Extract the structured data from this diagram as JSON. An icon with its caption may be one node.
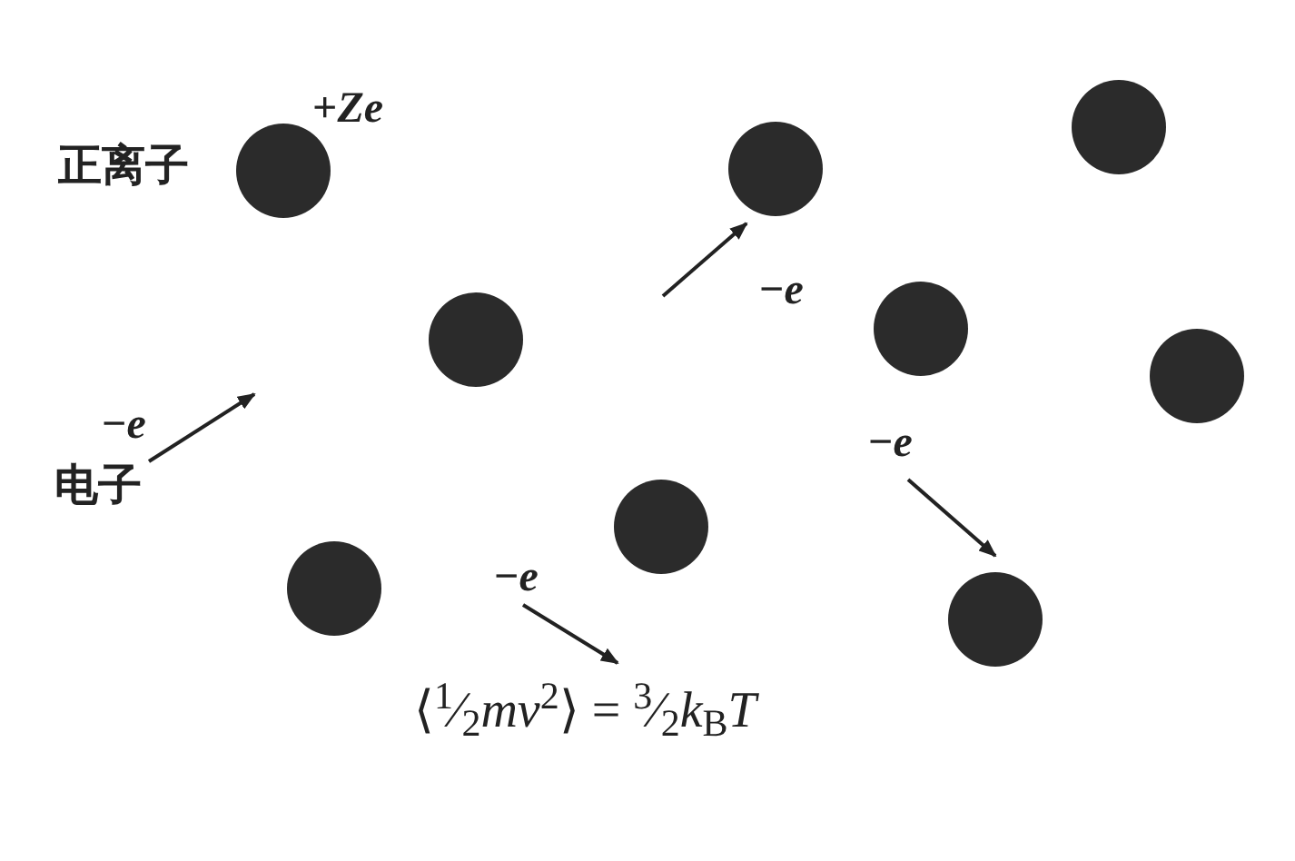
{
  "diagram": {
    "nodes": [
      {
        "text": [],
        "shape": "circle",
        "beside": [
          "正离子",
          "+*Ze*"
        ]
      },
      {
        "text": [],
        "shape": "circle"
      },
      {
        "text": [],
        "shape": "circle"
      },
      {
        "text": [],
        "shape": "circle"
      },
      {
        "text": [],
        "shape": "circle"
      },
      {
        "text": [],
        "shape": "circle"
      },
      {
        "text": [],
        "shape": "circle"
      },
      {
        "text": [],
        "shape": "circle"
      },
      {
        "text": [],
        "shape": "circle"
      }
    ],
    "labels": [
      "−*e*",
      "−*e*",
      "电子",
      "−*e*",
      "−*e*",
      "⟨$^{1}$⁄$_{2}$*mv*$^{2}$⟩ = $^{3}$⁄$_{2}$*k*$_{B}$*T*"
    ]
  }
}
